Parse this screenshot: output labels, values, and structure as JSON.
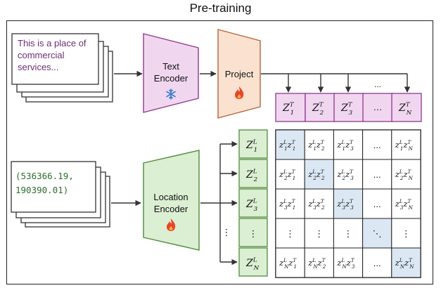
{
  "title": "Pre-training",
  "text_input": [
    "This is a place of",
    "commercial",
    "services..."
  ],
  "location_input": [
    "(536366.19,",
    " 190390.01)"
  ],
  "text_encoder": [
    "Text",
    "Encoder"
  ],
  "location_encoder": [
    "Location",
    "Encoder"
  ],
  "project": "Project",
  "ellipsis": "...",
  "vdots": "⋮",
  "ddots": "⋱",
  "text_embeddings": [
    "1",
    "2",
    "3",
    "…",
    "N"
  ],
  "loc_embeddings": [
    "1",
    "2",
    "3",
    "⋮",
    "N"
  ],
  "matrix_cols": [
    "1",
    "2",
    "3",
    "…",
    "N"
  ],
  "matrix_rows": [
    "1",
    "2",
    "3",
    "⋮",
    "N"
  ],
  "colors": {
    "text_fill": "#f1d6f0",
    "text_stroke": "#8e3a8e",
    "project_fill": "#fbe2d0",
    "project_stroke": "#b5643a",
    "loc_fill": "#dbefd2",
    "loc_stroke": "#4f8a3c",
    "diag_fill": "#dbe8f4",
    "text_purple": "#6b2e75",
    "loc_green": "#2e6e2e"
  },
  "icons": {
    "frozen": "snowflake-icon",
    "trainable": "fire-icon"
  }
}
